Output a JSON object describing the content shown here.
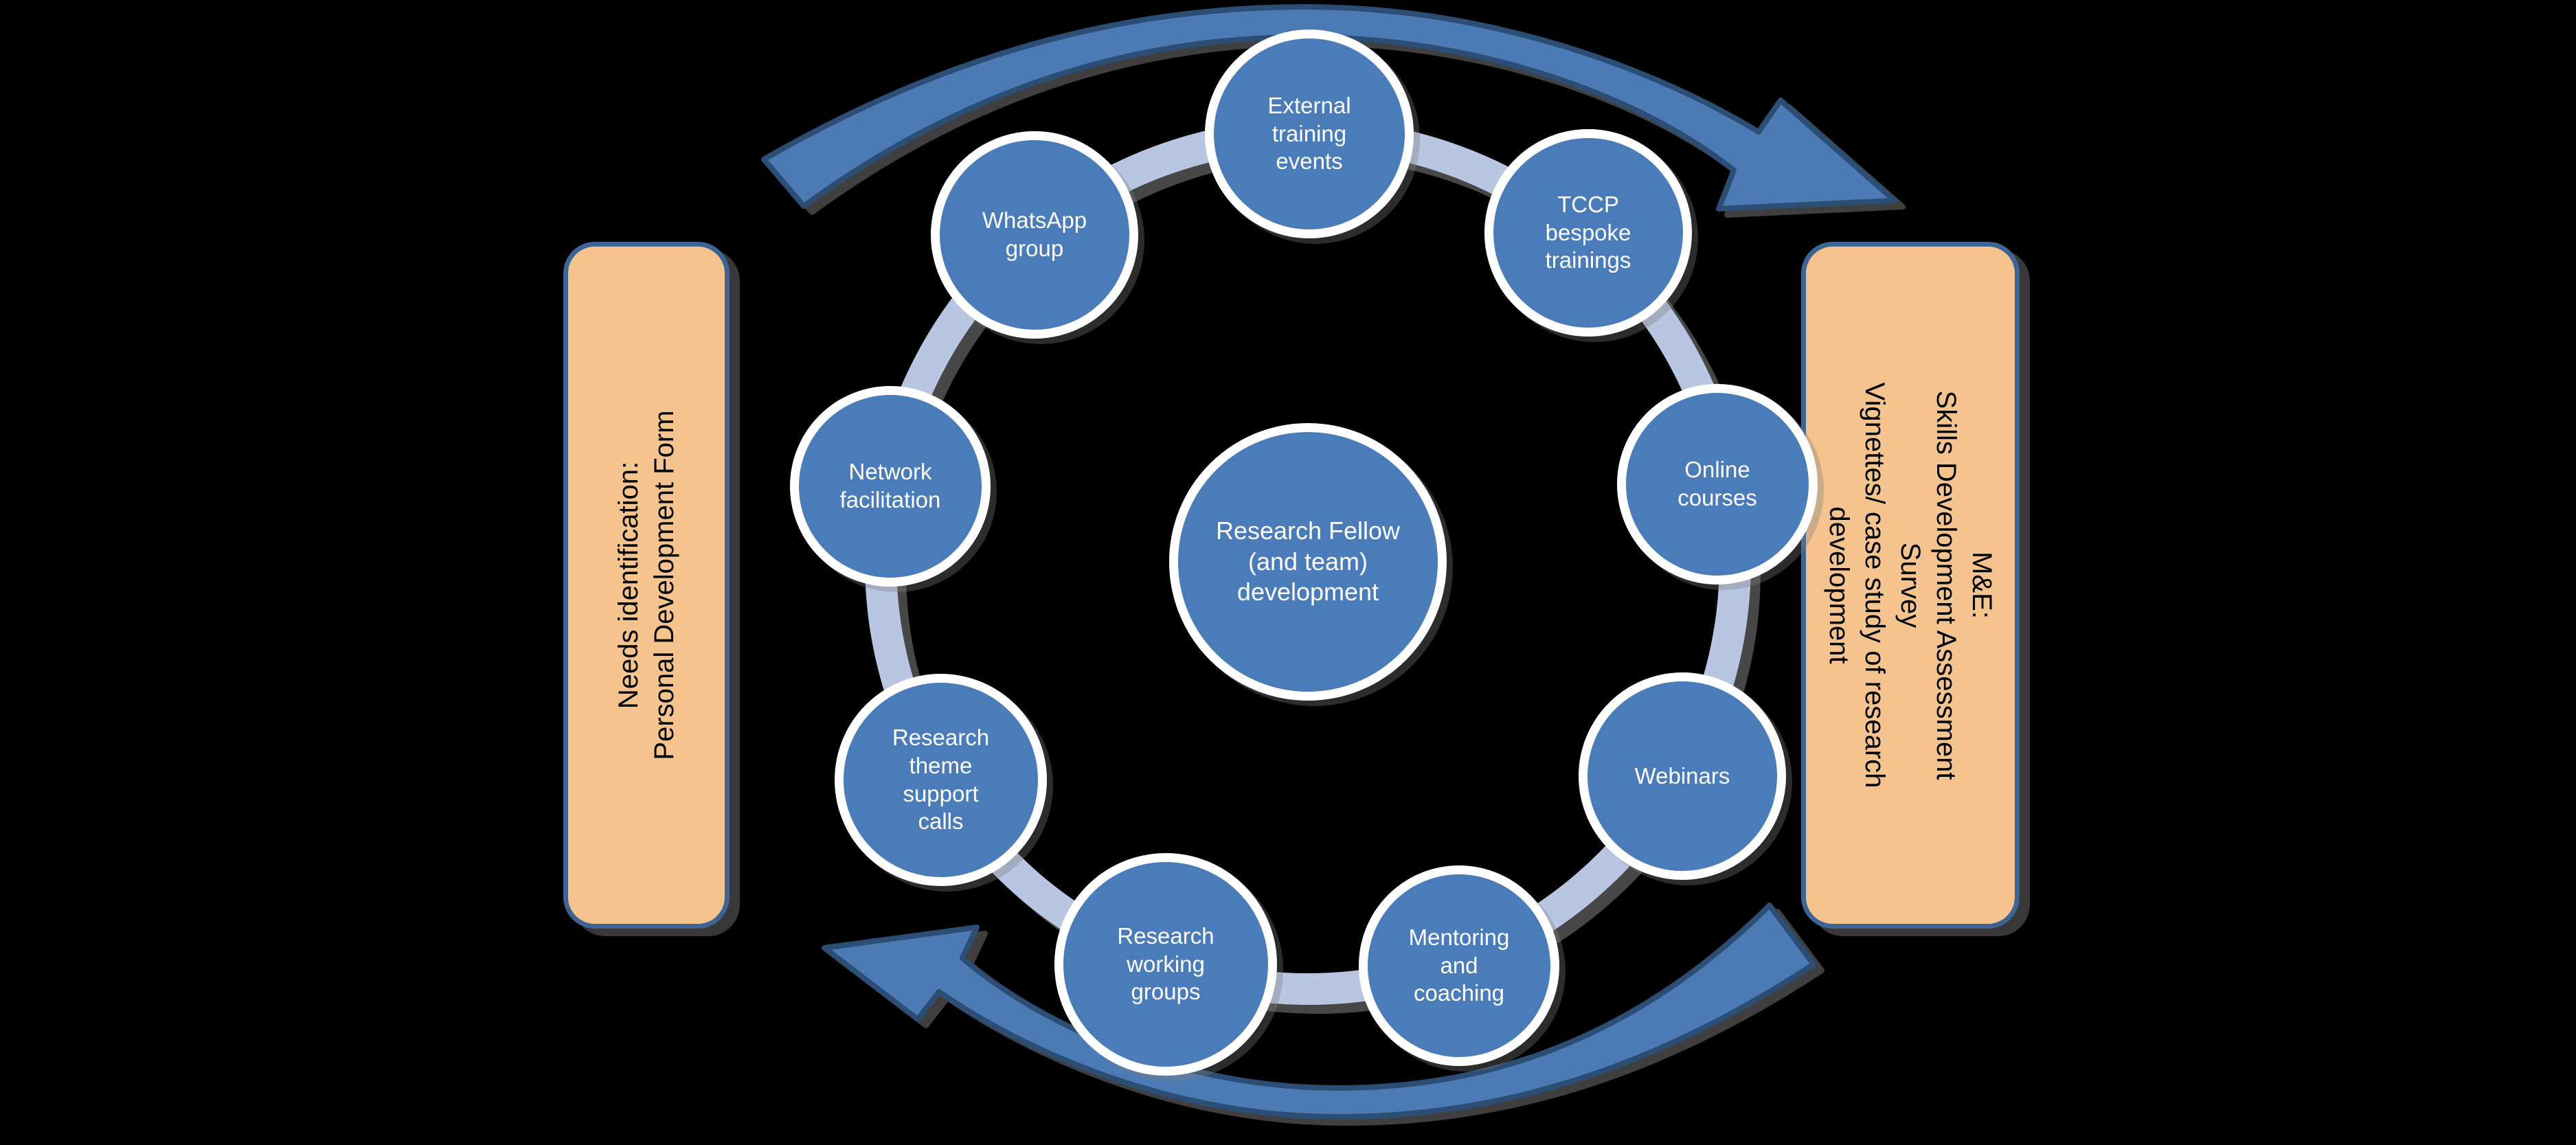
{
  "diagram": {
    "background_color": "#000000",
    "center_node": {
      "label": "Research Fellow (and team) development"
    },
    "satellite_nodes": [
      {
        "id": "external-training-events",
        "label": "External training events"
      },
      {
        "id": "tccp-bespoke-trainings",
        "label": "TCCP bespoke trainings"
      },
      {
        "id": "online-courses",
        "label": "Online courses"
      },
      {
        "id": "webinars",
        "label": "Webinars"
      },
      {
        "id": "mentoring-and-coaching",
        "label": "Mentoring and coaching"
      },
      {
        "id": "research-working-groups",
        "label": "Research working groups"
      },
      {
        "id": "research-theme-support-calls",
        "label": "Research theme support calls"
      },
      {
        "id": "network-facilitation",
        "label": "Network facilitation"
      },
      {
        "id": "whatsapp-group",
        "label": "WhatsApp group"
      }
    ],
    "left_panel": {
      "lines": [
        "Needs identification:",
        "Personal Development Form"
      ]
    },
    "right_panel": {
      "lines": [
        "M&E:",
        "Skills Development Assessment",
        "Survey",
        "Vignettes/ case study of research",
        "development"
      ]
    },
    "colors": {
      "node_fill": "#4A7CB9",
      "node_text": "#FFFFFF",
      "node_halo": "#FFFFFF",
      "ring": "#B9C6E2",
      "arrow_fill": "#4C7AB4",
      "arrow_outline": "#2C4D74",
      "panel_fill": "#F5C48E",
      "panel_border": "#3E6496",
      "panel_text": "#000000"
    }
  }
}
